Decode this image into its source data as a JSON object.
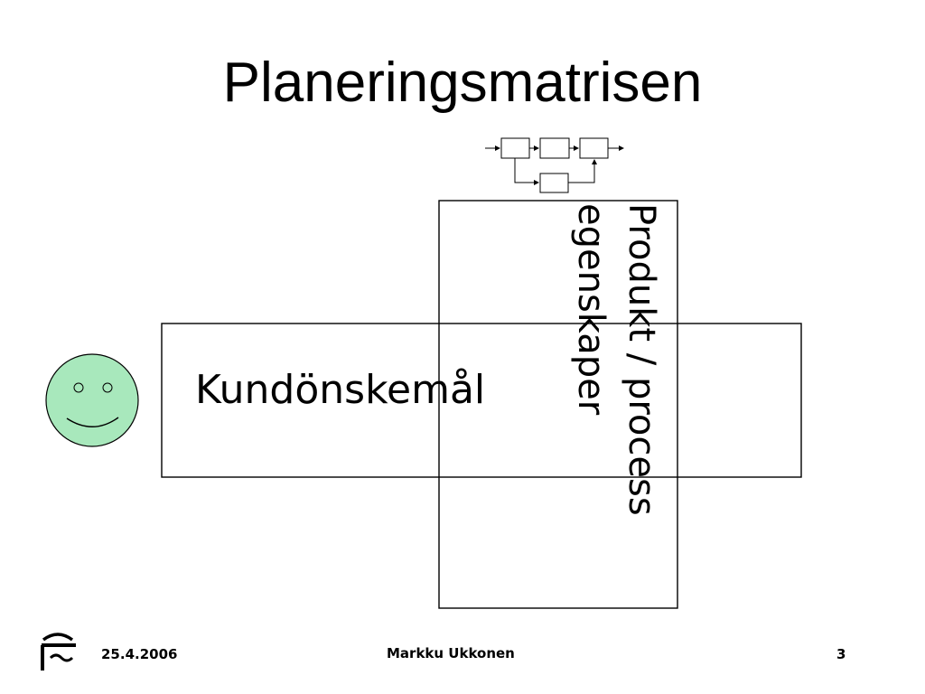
{
  "slide": {
    "title": "Planeringsmatrisen"
  },
  "diagram": {
    "row_label": "Kundönskemål",
    "column_label_lines": [
      "Produkt / process",
      "egenskaper"
    ],
    "smiley_fill": "#a8e8bc",
    "line_color": "#000000"
  },
  "footer": {
    "date": "25.4.2006",
    "author": "Markku Ukkonen",
    "page_number": "3",
    "logo_icon": "company-logo-icon"
  }
}
